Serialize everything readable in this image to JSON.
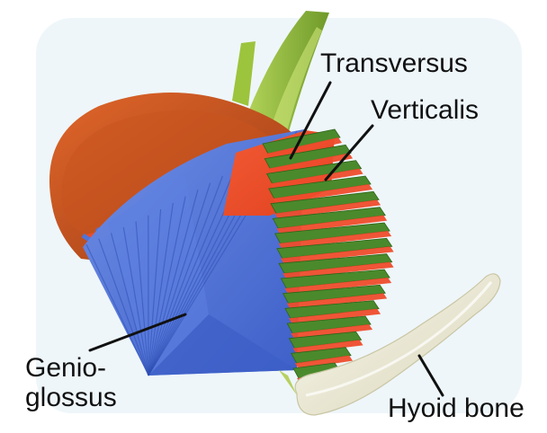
{
  "figure": {
    "labels": {
      "transversus": "Transversus",
      "verticalis": "Verticalis",
      "genioglossus_line1": "Genio-",
      "genioglossus_line2": "glossus",
      "hyoid_bone": "Hyoid bone"
    },
    "colors": {
      "background_tint": "#eef6fa",
      "genioglossus": "#4f74d9",
      "transversus": "#ee4c2c",
      "verticalis": "#4a8a2c",
      "upper_mass": "#b64a1c",
      "hyoid": "#ecebd8",
      "stalk": "#98c040",
      "leader": "#111111"
    }
  }
}
